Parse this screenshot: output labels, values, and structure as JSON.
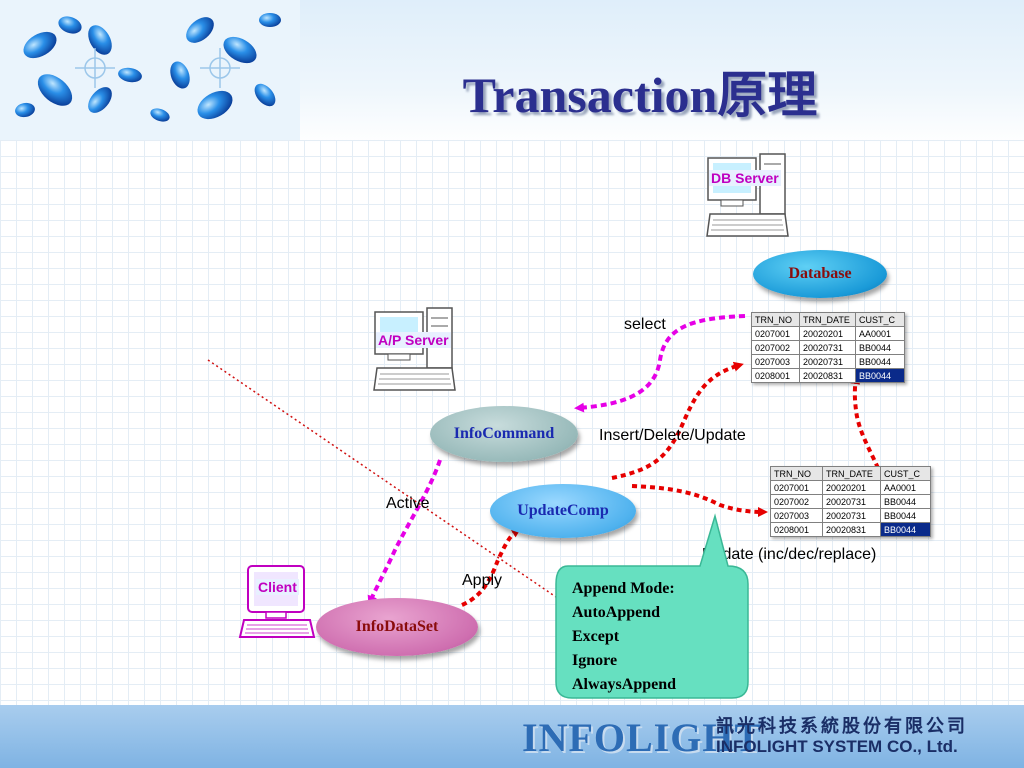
{
  "title": "Transaction原理",
  "nodes": {
    "db_server": "DB Server",
    "ap_server": "A/P Server",
    "client": "Client",
    "database": "Database",
    "info_command": "InfoCommand",
    "update_comp": "UpdateComp",
    "info_dataset": "InfoDataSet"
  },
  "edge_labels": {
    "select": "select",
    "insert_delete_update": "Insert/Delete/Update",
    "active": "Active",
    "apply": "Apply",
    "update_inc": "Update (inc/dec/replace)"
  },
  "callout": {
    "lines": [
      "Append Mode:",
      "AutoAppend",
      "Except",
      "Ignore",
      "AlwaysAppend"
    ]
  },
  "table_top": {
    "headers": [
      "TRN_NO",
      "TRN_DATE",
      "CUST_C"
    ],
    "rows": [
      [
        "0207001",
        "20020201",
        "AA0001"
      ],
      [
        "0207002",
        "20020731",
        "BB0044"
      ],
      [
        "0207003",
        "20020731",
        "BB0044"
      ],
      [
        "0208001",
        "20020831",
        "BB0044"
      ]
    ]
  },
  "table_bottom": {
    "headers": [
      "TRN_NO",
      "TRN_DATE",
      "CUST_C"
    ],
    "rows": [
      [
        "0207001",
        "20020201",
        "AA0001"
      ],
      [
        "0207002",
        "20020731",
        "BB0044"
      ],
      [
        "0207003",
        "20020731",
        "BB0044"
      ],
      [
        "0208001",
        "20020831",
        "BB0044"
      ]
    ]
  },
  "footer": {
    "brand": "INFOLIGHT",
    "company_cn": "訊光科技系統股份有限公司",
    "company_en": "INFOLIGHT SYSTEM CO., Ltd."
  },
  "colors": {
    "title": "#2b2f8f",
    "arrow_pink": "#e600e6",
    "arrow_red": "#e60000",
    "callout_fill": "#66e0c0"
  }
}
